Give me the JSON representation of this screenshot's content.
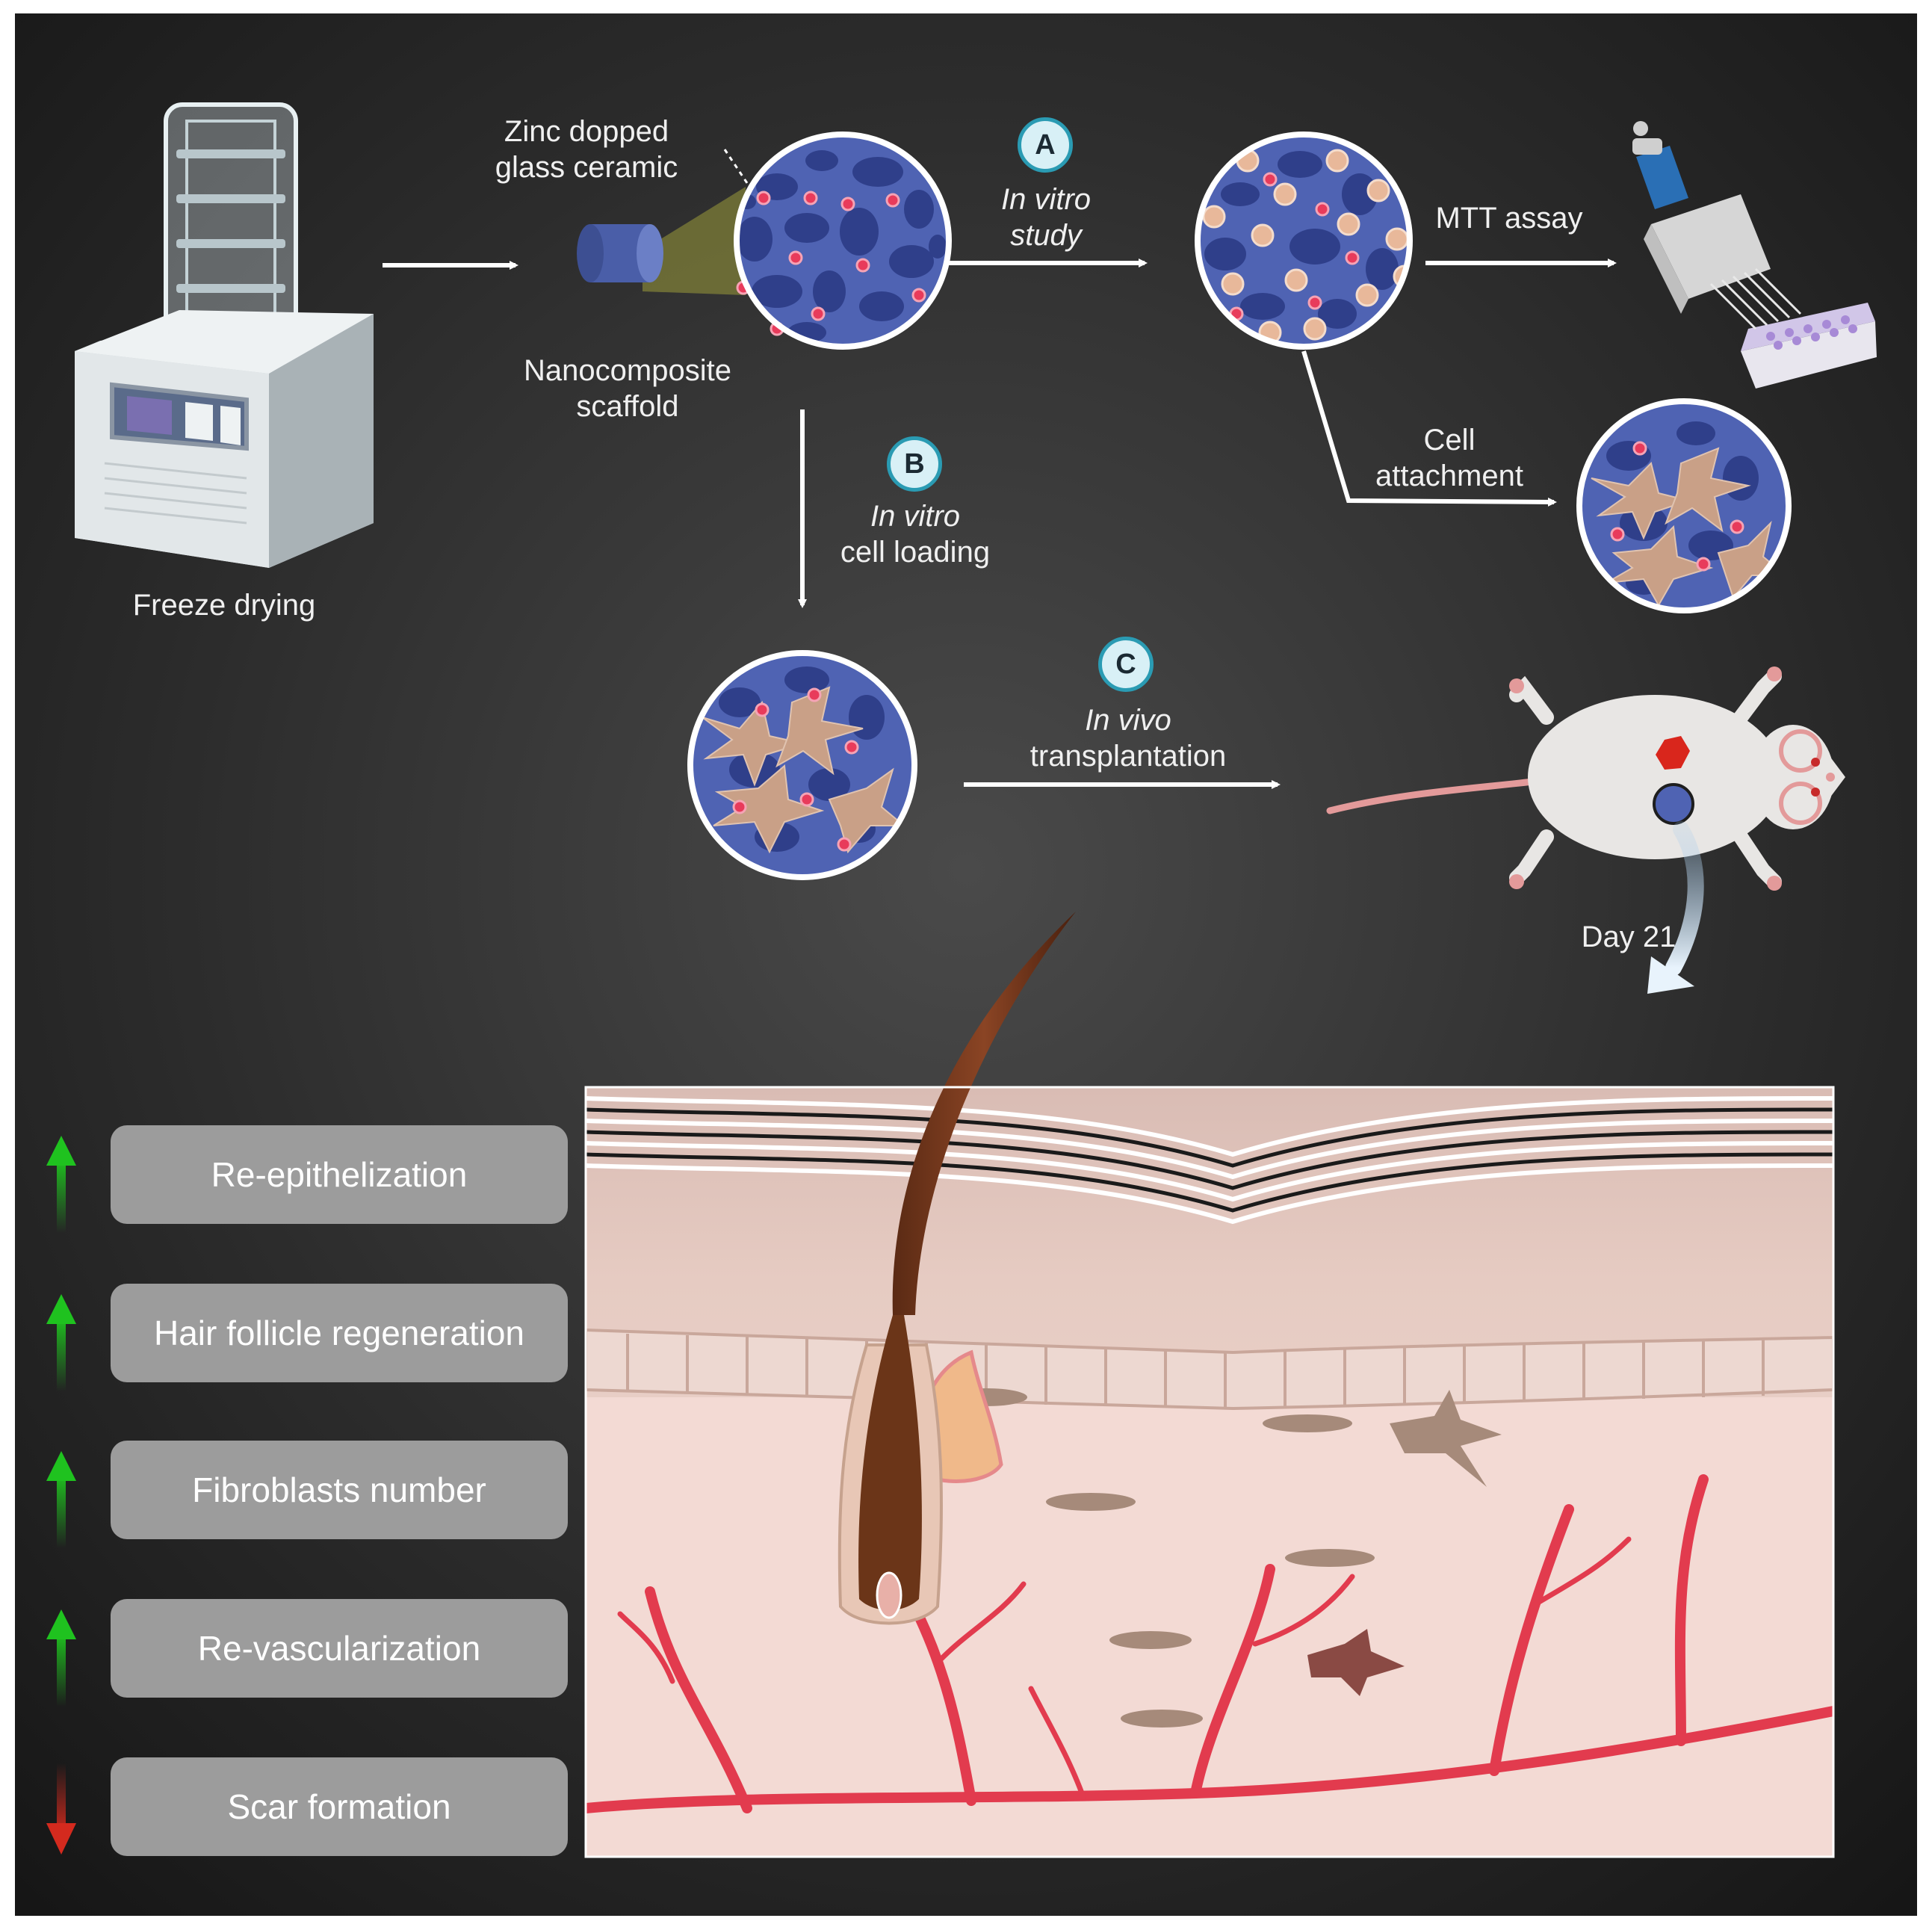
{
  "steps": {
    "freeze_drying": "Freeze drying",
    "zinc_glass": [
      "Zinc dopped",
      "glass ceramic"
    ],
    "scaffold": [
      "Nanocomposite",
      "scaffold"
    ],
    "a": {
      "badge": "A",
      "lines": [
        "In vitro",
        "study"
      ]
    },
    "b": {
      "badge": "B",
      "lines": [
        "In vitro",
        "cell loading"
      ]
    },
    "c": {
      "badge": "C",
      "lines": [
        "In vivo",
        "transplantation"
      ]
    },
    "mtt": "MTT assay",
    "cell_attachment": [
      "Cell",
      "attachment"
    ],
    "day": "Day 21"
  },
  "outcomes": [
    {
      "label": "Re-epithelization",
      "direction": "up"
    },
    {
      "label": "Hair follicle regeneration",
      "direction": "up"
    },
    {
      "label": "Fibroblasts number",
      "direction": "up"
    },
    {
      "label": "Re-vascularization",
      "direction": "up"
    },
    {
      "label": "Scar formation",
      "direction": "down"
    }
  ],
  "colors": {
    "increase": "#1fc21f",
    "decrease": "#d42a1e",
    "badge_ring": "#2a9bb3",
    "scaffold": "#4f63b3"
  }
}
